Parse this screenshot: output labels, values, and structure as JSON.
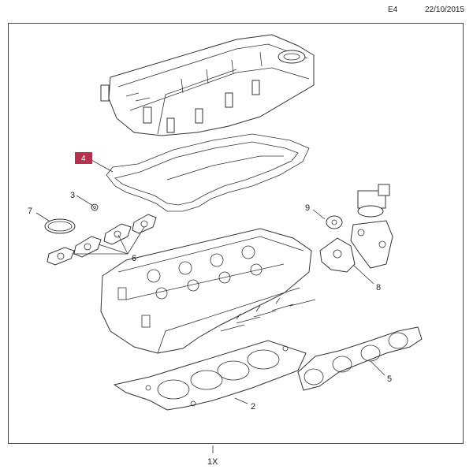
{
  "header": {
    "code": "E4",
    "date": "22/10/2015"
  },
  "callouts": {
    "c2": "2",
    "c3": "3",
    "c4": "4",
    "c5": "5",
    "c6": "6",
    "c7": "7",
    "c8": "8",
    "c9": "9"
  },
  "highlight_color": "#b5324e",
  "quantity": "1X"
}
